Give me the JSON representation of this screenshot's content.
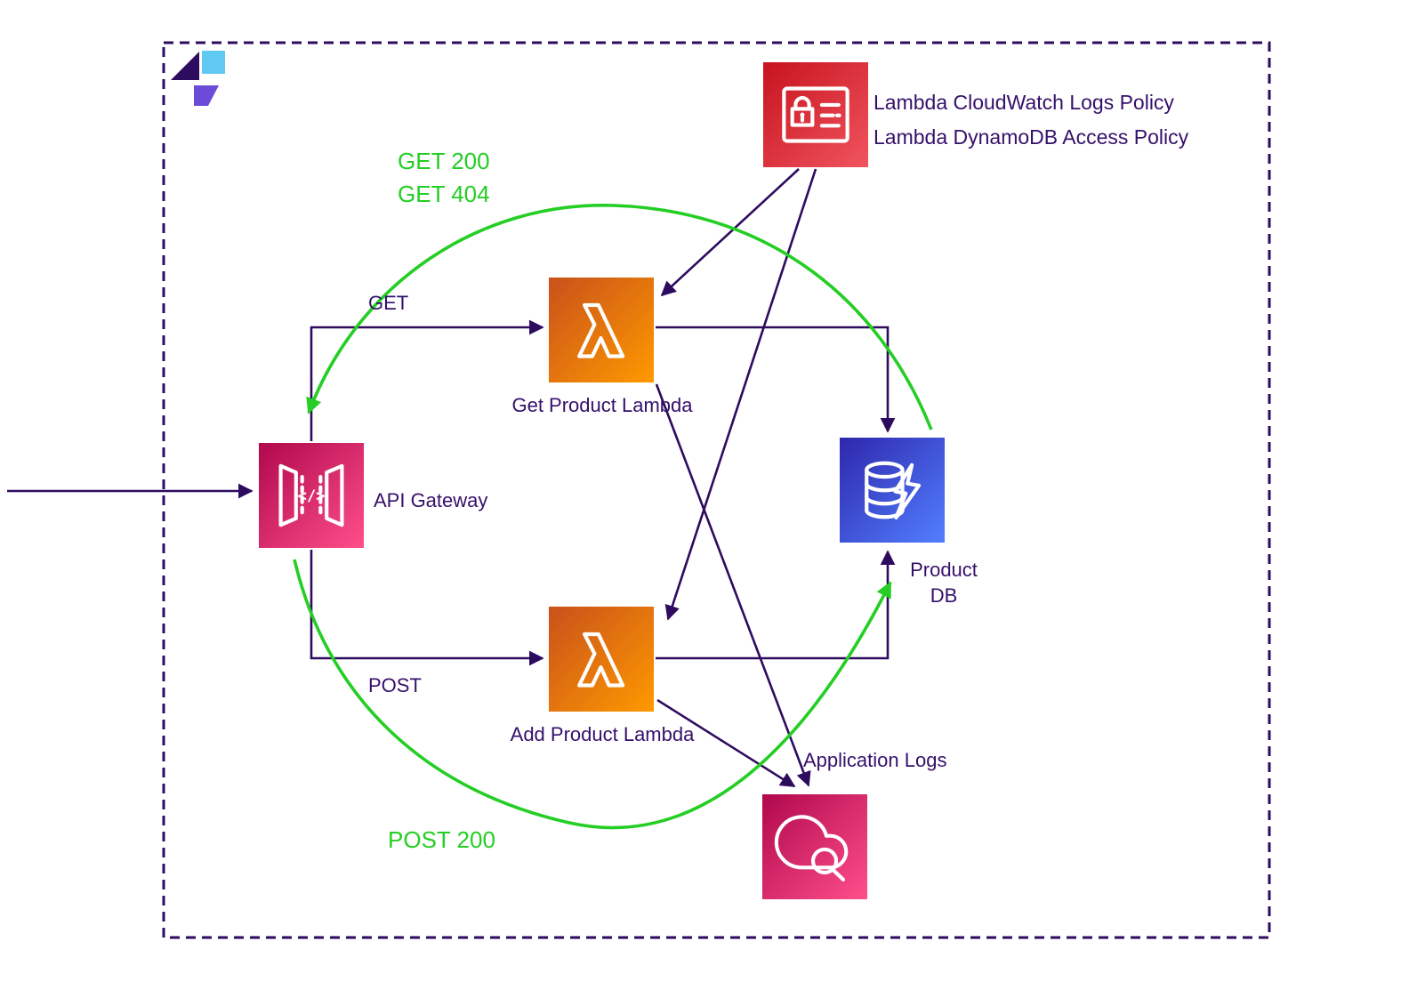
{
  "colors": {
    "ink": "#35106B",
    "arrow": "#2D0B5E",
    "green": "#24CE24",
    "lambda-a": "#C8511B",
    "lambda-b": "#FF9900",
    "pink-a": "#B0084D",
    "pink-b": "#FF4F8B",
    "db-a": "#2E27AD",
    "db-b": "#527FFF",
    "red-a": "#C7131F",
    "red-b": "#F0545E",
    "logo-dark": "#2D0B5E",
    "logo-cyan": "#5FC9F3",
    "logo-violet": "#6C4BD8"
  },
  "diagram": {
    "nodes": {
      "iam_policy": {
        "icon": "iam-policy-certificate-icon",
        "labels": [
          "Lambda CloudWatch Logs Policy",
          "Lambda DynamoDB Access Policy"
        ]
      },
      "api_gateway": {
        "icon": "api-gateway-icon",
        "label": "API Gateway",
        "glyph": "</>"
      },
      "get_lambda": {
        "icon": "lambda-icon",
        "label": "Get Product Lambda"
      },
      "add_lambda": {
        "icon": "lambda-icon",
        "label": "Add Product Lambda"
      },
      "product_db": {
        "icon": "dynamodb-icon",
        "label_line1": "Product",
        "label_line2": "DB"
      },
      "app_logs": {
        "icon": "cloudwatch-logs-icon",
        "label": "Application Logs"
      }
    },
    "edge_labels": {
      "get": "GET",
      "post": "POST",
      "get_200": "GET 200",
      "get_404": "GET 404",
      "post_200": "POST 200"
    }
  }
}
